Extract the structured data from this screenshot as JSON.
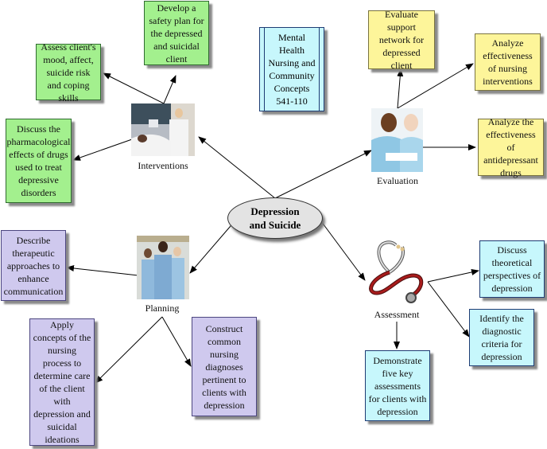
{
  "central_topic": "Depression and Suicide",
  "course": "Mental Health Nursing and Community Concepts 541-110",
  "colors": {
    "interventions": "#a3f08e",
    "evaluation": "#fdf59a",
    "planning": "#cfc9ee",
    "assessment": "#c7f7fc",
    "course": "#c7f7fc",
    "center": "#e3e3e3"
  },
  "branches": {
    "interventions": {
      "label": "Interventions",
      "image": "hospital-bedside-photo",
      "objectives": [
        "Develop a safety plan for the depressed and suicidal client",
        "Assess client's mood, affect, suicide risk and coping skills",
        "Discuss the pharmacological effects of drugs used to treat depressive disorders"
      ]
    },
    "evaluation": {
      "label": "Evaluation",
      "image": "nurses-reviewing-chart-photo",
      "objectives": [
        "Evaluate support network for depressed client",
        "Analyze effectiveness of nursing interventions",
        "Analyze the effectiveness of antidepressant drugs"
      ]
    },
    "planning": {
      "label": "Planning",
      "image": "nursing-team-photo",
      "objectives": [
        "Describe therapeutic approaches to enhance communication",
        "Apply concepts of the nursing process to determine care of the client with depression and suicidal ideations",
        "Construct common nursing diagnoses pertinent to clients with depression"
      ]
    },
    "assessment": {
      "label": "Assessment",
      "image": "stethoscope-icon",
      "objectives": [
        "Discuss theoretical perspectives of depression",
        "Identify the diagnostic criteria for depression",
        "Demonstrate five key assessments for clients with depression"
      ]
    }
  }
}
